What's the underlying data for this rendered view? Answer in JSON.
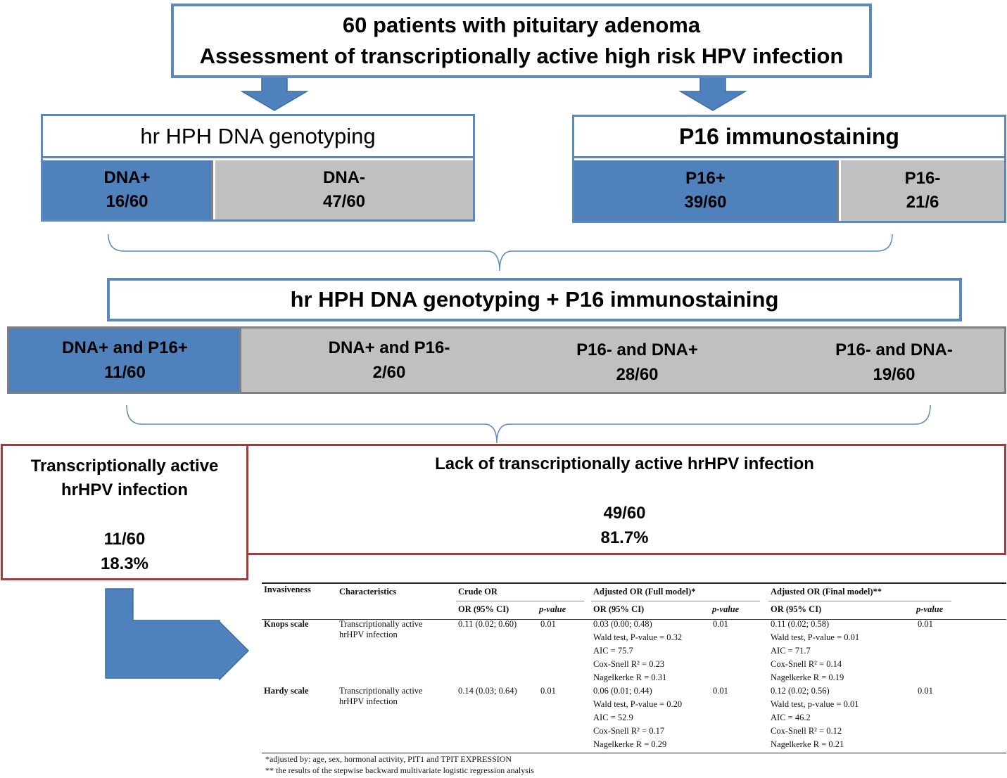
{
  "top": {
    "line1": "60 patients with pituitary adenoma",
    "line2": "Assessment of transcriptionally active high risk HPV infection"
  },
  "dna_panel": {
    "title": "hr HPH DNA genotyping",
    "pos": {
      "label": "DNA+",
      "value": "16/60"
    },
    "neg": {
      "label": "DNA-",
      "value": "47/60"
    }
  },
  "p16_panel": {
    "title": "P16 immunostaining",
    "pos": {
      "label": "P16+",
      "value": "39/60"
    },
    "neg": {
      "label": "P16-",
      "value": "21/6"
    }
  },
  "combined": {
    "title": "hr HPH DNA genotyping + P16 immunostaining",
    "cells": [
      {
        "label": "DNA+ and P16+",
        "value": "11/60"
      },
      {
        "label": "DNA+ and P16-",
        "value": "2/60"
      },
      {
        "label": "P16- and DNA+",
        "value": "28/60"
      },
      {
        "label": "P16- and DNA-",
        "value": "19/60"
      }
    ]
  },
  "result_active": {
    "line1": "Transcriptionally active",
    "line2": "hrHPV infection",
    "count": "11/60",
    "percent": "18.3%"
  },
  "result_lack": {
    "title": "Lack of transcriptionally active hrHPV infection",
    "count": "49/60",
    "percent": "81.7%"
  },
  "colors": {
    "blue_fill": "#4f81bd",
    "blue_border": "#5b88bd",
    "gray_fill": "#c0c0c0",
    "red_border": "#a23b3b"
  },
  "table": {
    "headers": {
      "invasiveness": "Invasiveness",
      "characteristics": "Characteristics",
      "crude": "Crude OR",
      "adj_full": "Adjusted OR (Full model)*",
      "adj_final": "Adjusted OR (Final model)**",
      "or_ci": "OR (95% CI)",
      "p_value": "p-value"
    },
    "rows": [
      {
        "scale": "Knops scale",
        "char1": "Transcriptionally active",
        "char2": "hrHPV infection",
        "crude_or": "0.11 (0.02; 0.60)",
        "crude_p": "0.01",
        "full_or": "0.03 (0.00; 0.48)",
        "full_p": "0.01",
        "full_wald": "Wald  test, P-value = 0.32",
        "full_aic": "AIC = 75.7",
        "full_cox": "Cox-Snell R² = 0.23",
        "full_nag": " Nagelkerke R = 0.31",
        "final_or": "0.11 (0.02; 0.58)",
        "final_p": "0.01",
        "final_wald": "Wald  test, P-value = 0.01",
        "final_aic": "AIC = 71.7",
        "final_cox": "Cox-Snell R² = 0.14",
        "final_nag": "Nagelkerke R = 0.19"
      },
      {
        "scale": "Hardy scale",
        "char1": "Transcriptionally active",
        "char2": "hrHPV infection",
        "crude_or": "0.14 (0.03; 0.64)",
        "crude_p": "0.01",
        "full_or": "0.06 (0.01; 0.44)",
        "full_p": "0.01",
        "full_wald": "Wald  test, P-value = 0.20",
        "full_aic": "AIC = 52.9",
        "full_cox": "Cox-Snell R² = 0.17",
        "full_nag": "Nagelkerke R = 0.29",
        "final_or": "0.12 (0.02; 0.56)",
        "final_p": "0.01",
        "final_wald": "Wald  test, p-value = 0.01",
        "final_aic": "AIC = 46.2",
        "final_cox": "Cox-Snell R² = 0.12",
        "final_nag": "Nagelkerke R = 0.21"
      }
    ],
    "footnote1": "*adjusted by: age, sex, hormonal activity,  PIT1 and  TPIT EXPRESSION",
    "footnote2": "** the results of the stepwise backward multivariate logistic regression analysis"
  }
}
